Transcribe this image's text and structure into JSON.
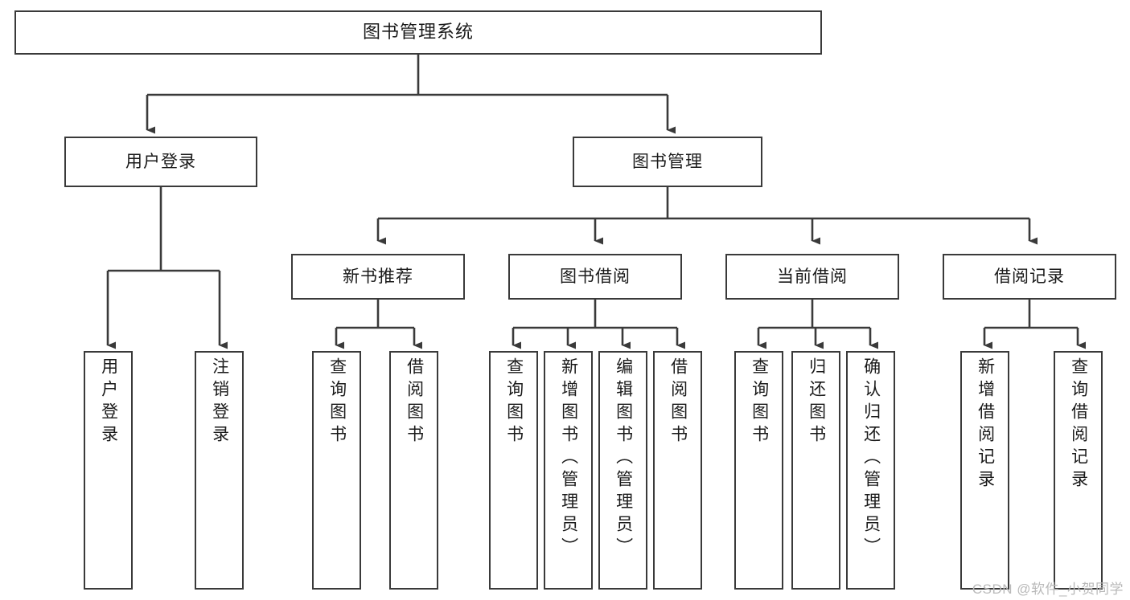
{
  "diagram": {
    "title": "图书管理系统",
    "type": "tree",
    "watermark": "CSDN @软件_小贺同学",
    "colors": {
      "node_border": "#3a3a3a",
      "node_fill": "#ffffff",
      "edge": "#3a3a3a",
      "text": "#1a1a1a",
      "watermark": "#b9b9b9",
      "background": "#ffffff"
    },
    "nodes": {
      "root": {
        "label": "图书管理系统"
      },
      "level1": [
        {
          "id": "user-login",
          "label": "用户登录"
        },
        {
          "id": "book-manage",
          "label": "图书管理"
        }
      ],
      "level2": [
        {
          "id": "new-book-recommend",
          "label": "新书推荐"
        },
        {
          "id": "book-borrow",
          "label": "图书借阅"
        },
        {
          "id": "current-borrow",
          "label": "当前借阅"
        },
        {
          "id": "borrow-record",
          "label": "借阅记录"
        }
      ],
      "leaves": {
        "user_login": [
          {
            "id": "leaf-user-login",
            "label": "用户登录"
          },
          {
            "id": "leaf-logout-login",
            "label": "注销登录"
          }
        ],
        "new_book_recommend": [
          {
            "id": "leaf-query-book-1",
            "label": "查询图书"
          },
          {
            "id": "leaf-borrow-book-1",
            "label": "借阅图书"
          }
        ],
        "book_borrow": [
          {
            "id": "leaf-query-book-2",
            "label": "查询图书"
          },
          {
            "id": "leaf-add-book",
            "label": "新增图书（管理员）"
          },
          {
            "id": "leaf-edit-book",
            "label": "编辑图书（管理员）"
          },
          {
            "id": "leaf-borrow-book-2",
            "label": "借阅图书"
          }
        ],
        "current_borrow": [
          {
            "id": "leaf-query-book-3",
            "label": "查询图书"
          },
          {
            "id": "leaf-return-book",
            "label": "归还图书"
          },
          {
            "id": "leaf-confirm-return",
            "label": "确认归还（管理员）"
          }
        ],
        "borrow_record": [
          {
            "id": "leaf-add-borrow-record",
            "label": "新增借阅记录"
          },
          {
            "id": "leaf-query-borrow-record",
            "label": "查询借阅记录"
          }
        ]
      }
    }
  }
}
